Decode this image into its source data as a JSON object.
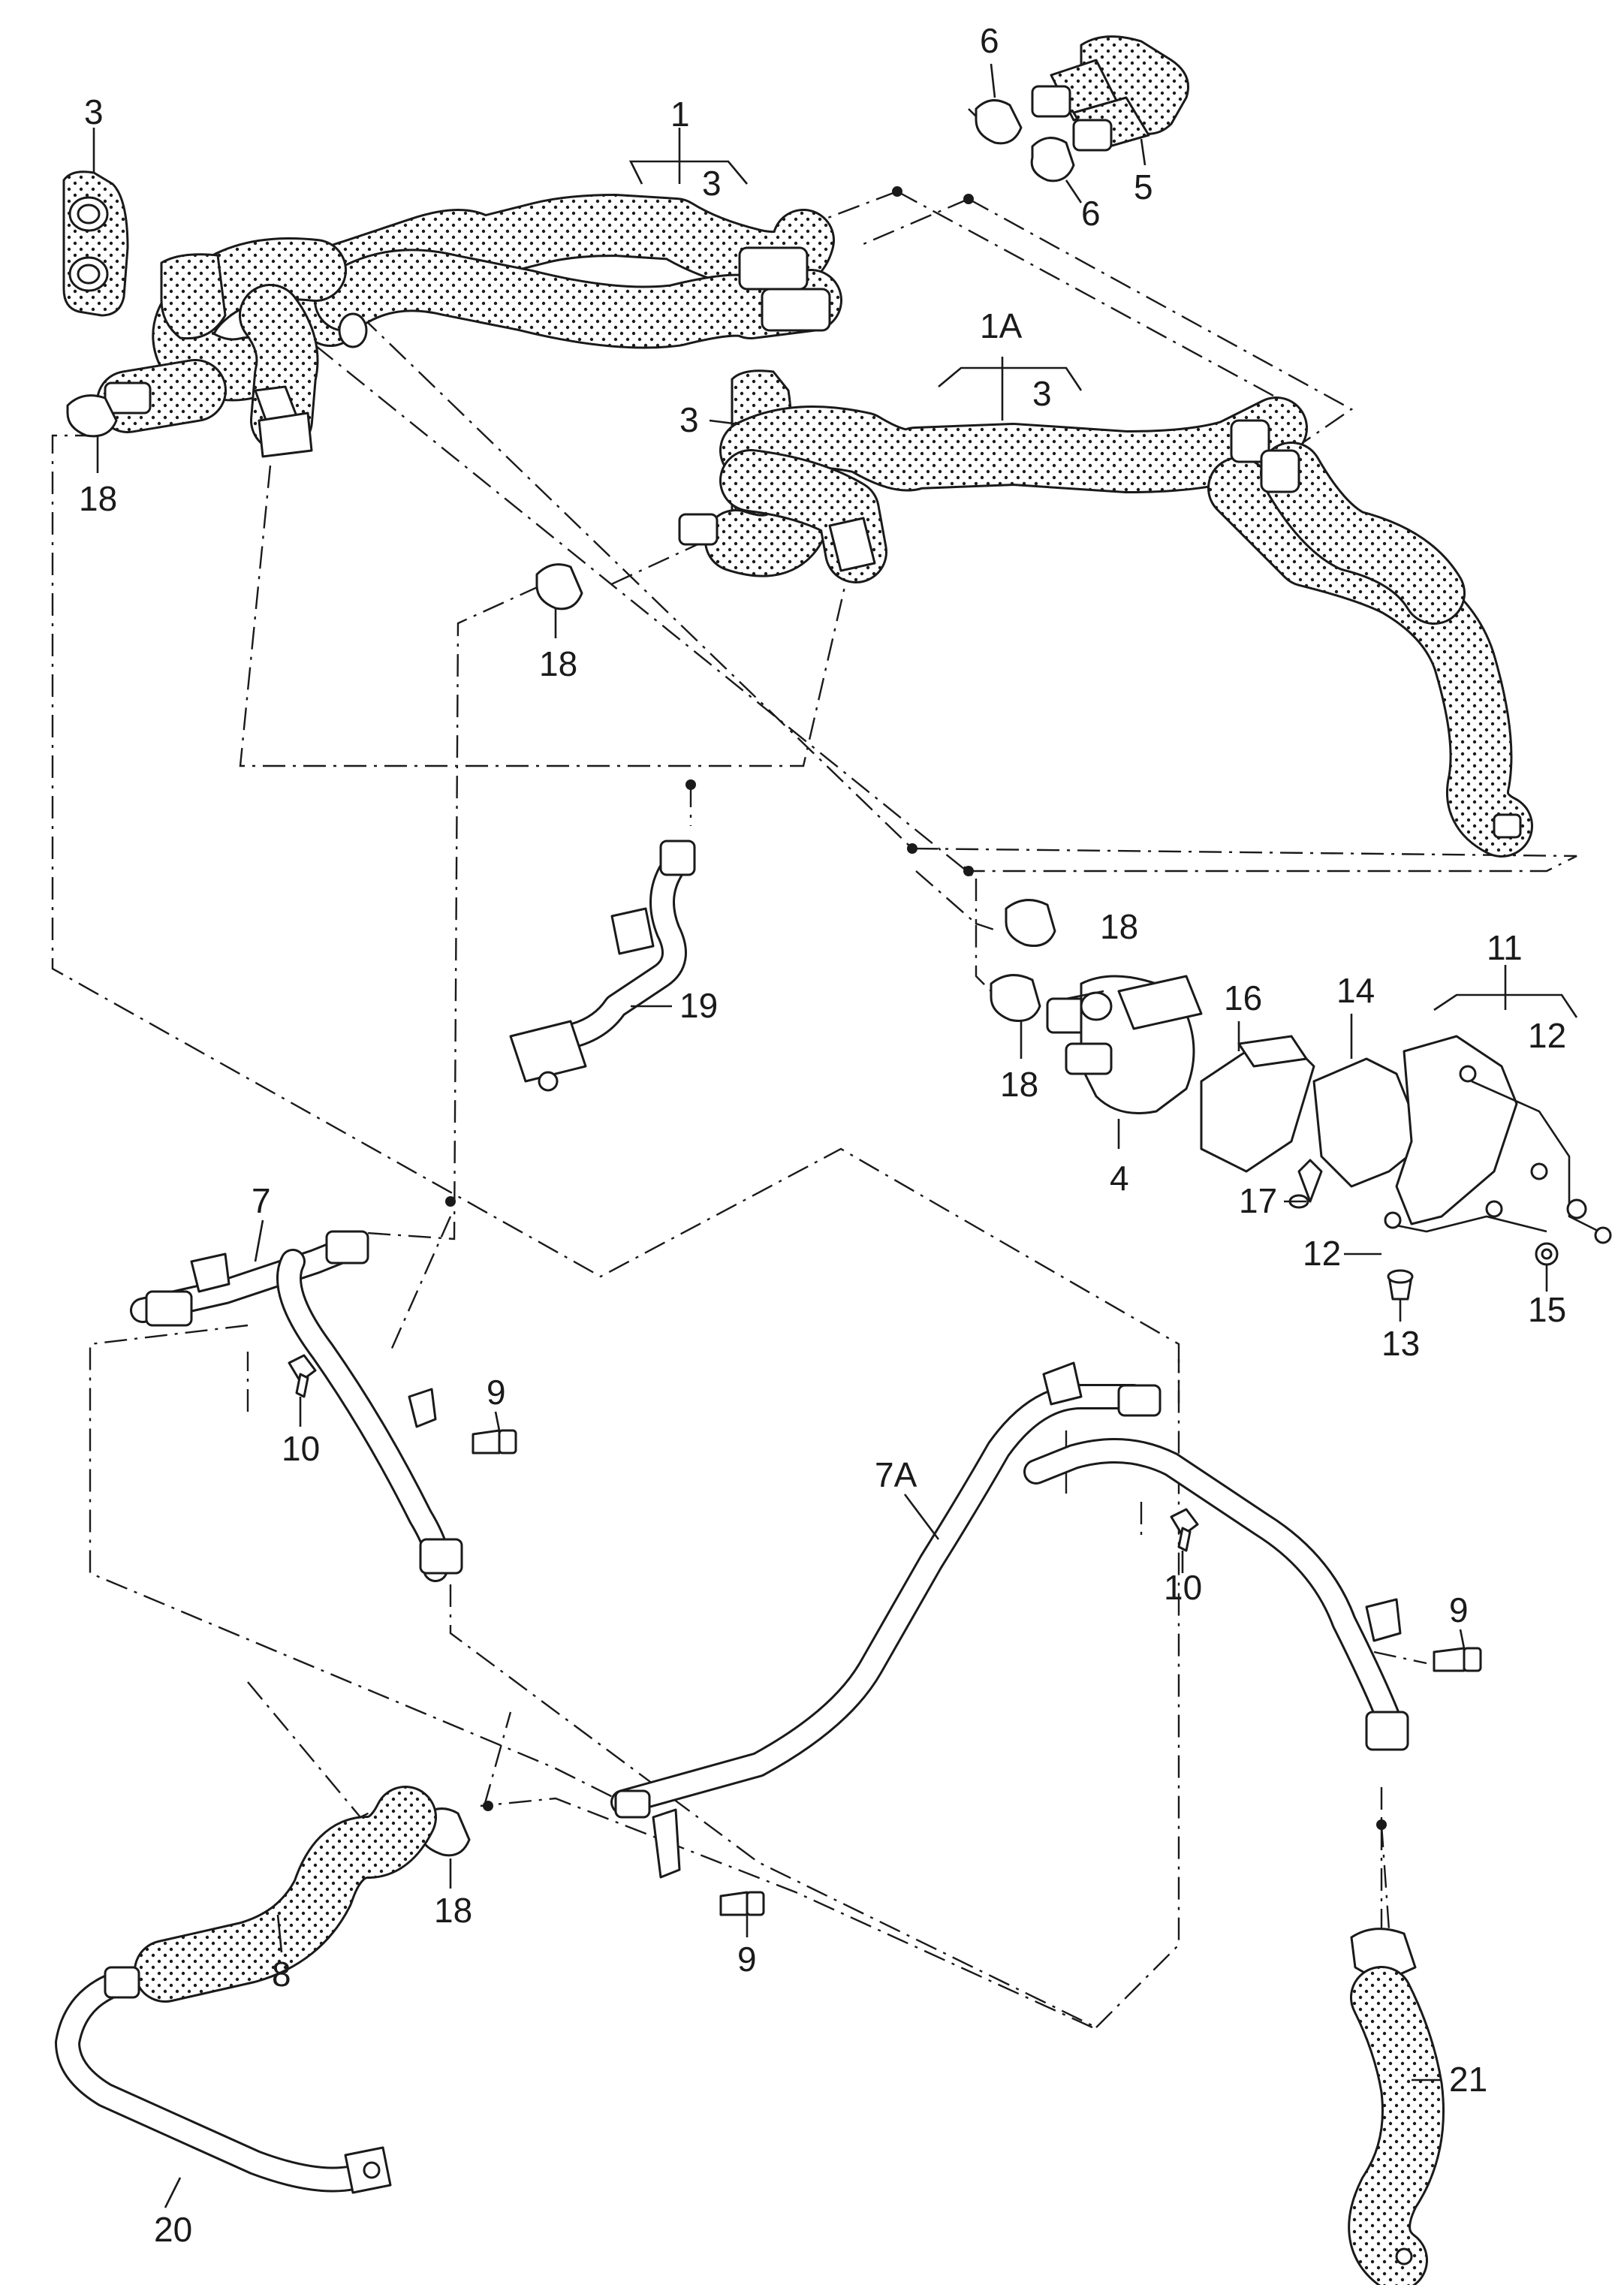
{
  "callouts": {
    "c1": "1",
    "c1a": "1A",
    "c3_top": "3",
    "c3_brace1": "3",
    "c3_mid": "3",
    "c3_brace1a": "3",
    "c4": "4",
    "c5": "5",
    "c6_top": "6",
    "c6_bot": "6",
    "c7": "7",
    "c7a": "7A",
    "c8": "8",
    "c9_a": "9",
    "c9_b": "9",
    "c9_c": "9",
    "c10_a": "10",
    "c10_b": "10",
    "c11": "11",
    "c12_brace": "12",
    "c12": "12",
    "c13": "13",
    "c14": "14",
    "c15": "15",
    "c16": "16",
    "c17": "17",
    "c18_a": "18",
    "c18_b": "18",
    "c18_c": "18",
    "c18_d": "18",
    "c18_e": "18",
    "c19": "19",
    "c20": "20",
    "c21": "21"
  }
}
